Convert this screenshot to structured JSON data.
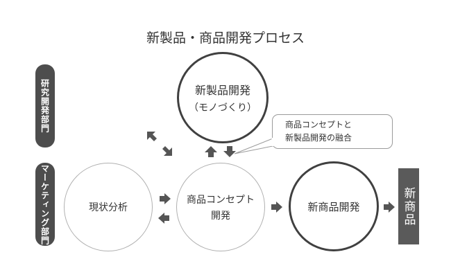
{
  "title": "新製品・商品開発プロセス",
  "departments": {
    "research": "研究開発部門",
    "marketing": "マーケティング部門"
  },
  "nodes": {
    "new_product_line1": "新製品開発",
    "new_product_line2": "（モノづくり）",
    "analysis": "現状分析",
    "concept_line1": "商品コンセプト",
    "concept_line2": "開発",
    "new_goods_dev": "新商品開発",
    "new_goods": "新商品"
  },
  "callout": {
    "line1": "商品コンセプトと",
    "line2": "新製品開発の融合"
  },
  "colors": {
    "dark": "#4d4d4d",
    "arrow": "#555555",
    "thin_border": "#b0b0b0"
  }
}
